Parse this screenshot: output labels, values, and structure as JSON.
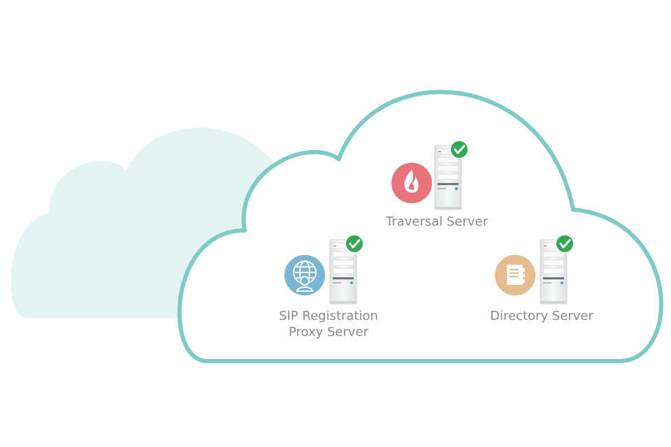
{
  "diagram": {
    "nodes": [
      {
        "id": "traversal",
        "label_lines": [
          "Traversal Server"
        ],
        "icon": "flame-icon",
        "icon_color": "#e8727a",
        "status": "ok"
      },
      {
        "id": "sip",
        "label_lines": [
          "SIP Registration",
          "Proxy Server"
        ],
        "icon": "globe-user-icon",
        "icon_color": "#79b6d4",
        "status": "ok"
      },
      {
        "id": "directory",
        "label_lines": [
          "Directory Server"
        ],
        "icon": "address-book-icon",
        "icon_color": "#e5bc8e",
        "status": "ok"
      }
    ],
    "colors": {
      "cloud_outline": "#7ecac5",
      "cloud_background": "#e4f4f3",
      "check_badge": "#34a853",
      "server_body": "#f1f2f2",
      "label_text": "#8a8a8a"
    }
  }
}
